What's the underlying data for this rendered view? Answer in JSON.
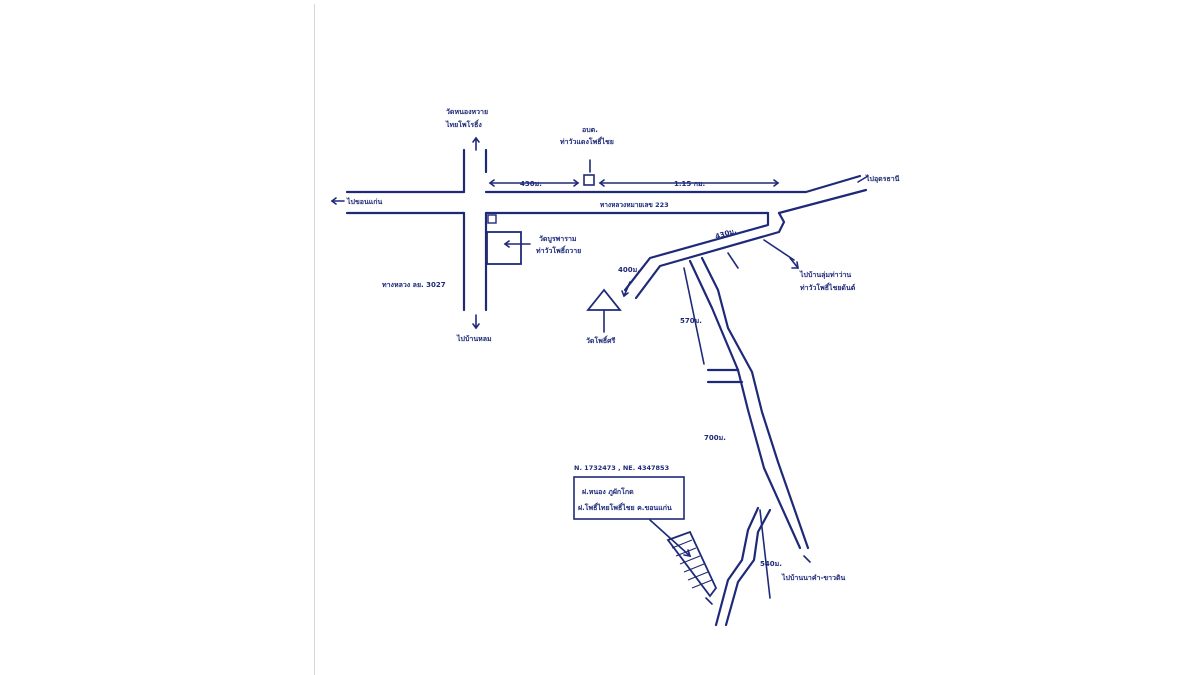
{
  "map": {
    "labels": {
      "temple_top": [
        "วัดหนองหวาย",
        "ไทยโพโรธิ์ง"
      ],
      "dot_office": [
        "อบต.",
        "ท่าวัวแดงโพธิ์ไชย"
      ],
      "to_left": "ไปขอนแก่น",
      "to_right": "ไปอุดรธานี",
      "dist_430": "430ม.",
      "dist_115km": "1.15 กม.",
      "highway_label": "ทางหลวงหมายเลข 223",
      "school_box": [
        "วัดบูรพาราม",
        "ท่าวัวโพธิ์ถวาย"
      ],
      "rural_road": "ทางหลวง ลย. 3027",
      "to_bottom": "ไปบ้านหลม",
      "branch_dist_top": "430ม.",
      "left_spur_dist": "400ม.",
      "village_right": [
        "ไปบ้านลุ่มท่าว่าน",
        "ท่าวัวโพธิ์ไชยด้นต์"
      ],
      "triangle_label": "วัดโพธิ์ศรี",
      "seg_570": "570ม.",
      "seg_700": "700ม.",
      "coords": "N. 1732473 , NE. 4347853",
      "site_box": [
        "ฝ.หนอง ภูผักโกด",
        "ฝ.โพธิ์ไทยโพธิ์ไชย ค.ขอนแก่น"
      ],
      "seg_540": "540ม.",
      "to_bottom_right": "ไปบ้านนาคำ-ขาวดิน"
    }
  }
}
